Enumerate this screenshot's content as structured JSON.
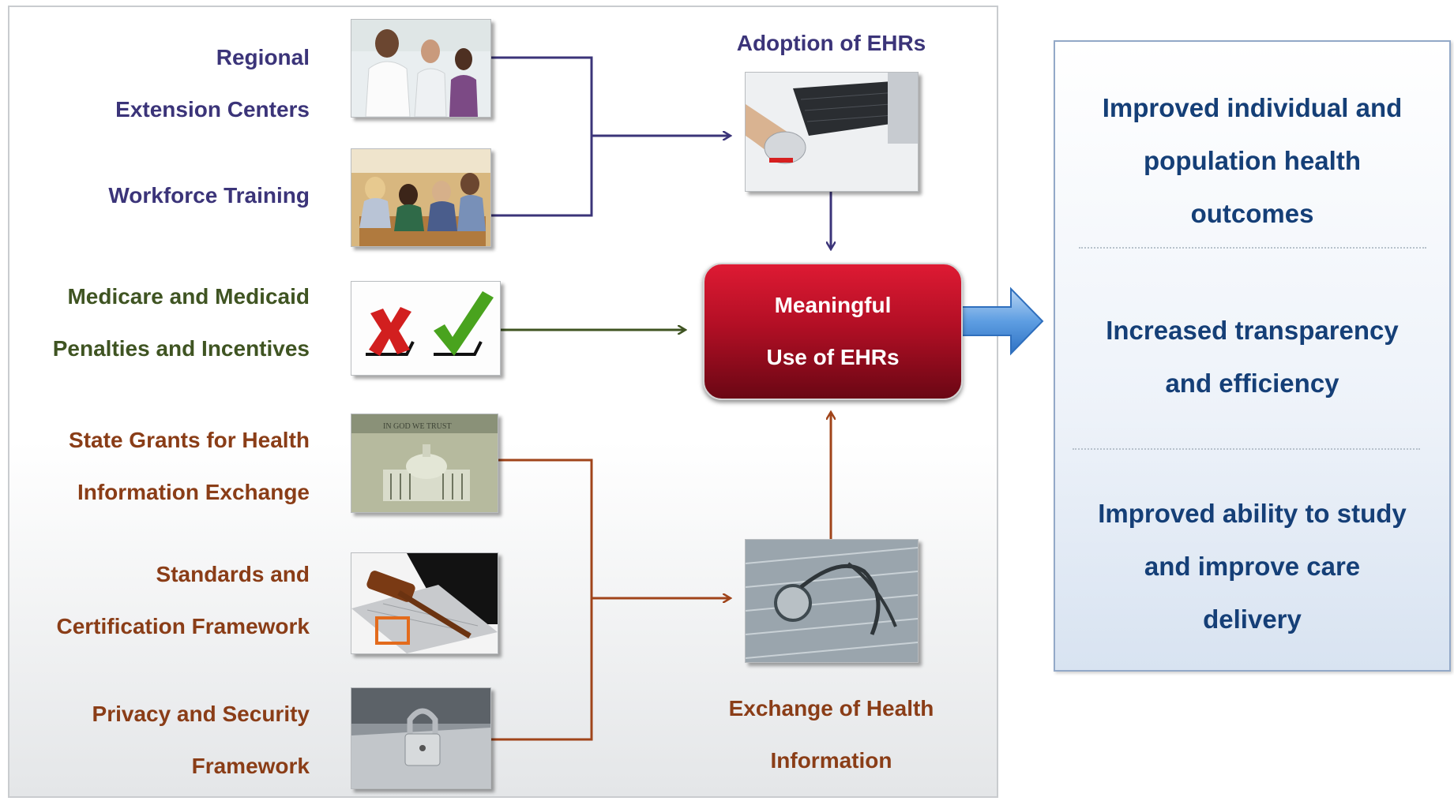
{
  "inputs": {
    "regional": [
      "Regional",
      "Extension Centers"
    ],
    "workforce": [
      "Workforce Training"
    ],
    "medicare": [
      "Medicare and Medicaid",
      "Penalties and Incentives"
    ],
    "state_grants": [
      "State Grants for Health",
      "Information Exchange"
    ],
    "standards": [
      "Standards and",
      "Certification Framework"
    ],
    "privacy": [
      "Privacy and Security",
      "Framework"
    ]
  },
  "adoption": {
    "title": "Adoption of EHRs"
  },
  "exchange": {
    "lines": [
      "Exchange of Health",
      "Information"
    ]
  },
  "center": {
    "lines": [
      "Meaningful",
      "Use of EHRs"
    ]
  },
  "outcomes": [
    [
      "Improved individual and",
      "population health",
      "outcomes"
    ],
    [
      "Increased transparency",
      "and efficiency"
    ],
    [
      "Improved ability to study",
      "and improve care",
      "delivery"
    ]
  ],
  "colors": {
    "purple": "#3b3479",
    "green": "#3f5422",
    "brown": "#8a3d17",
    "blue": "#153f77",
    "center_red": "#c8142b"
  },
  "images": [
    "doctors-photo",
    "workforce-photo",
    "checkbox-x-check-image",
    "dollar-bill-capitol-photo",
    "gavel-laptop-photo",
    "padlock-laptop-photo",
    "keyboard-mouse-photo",
    "stethoscope-keyboard-photo"
  ]
}
